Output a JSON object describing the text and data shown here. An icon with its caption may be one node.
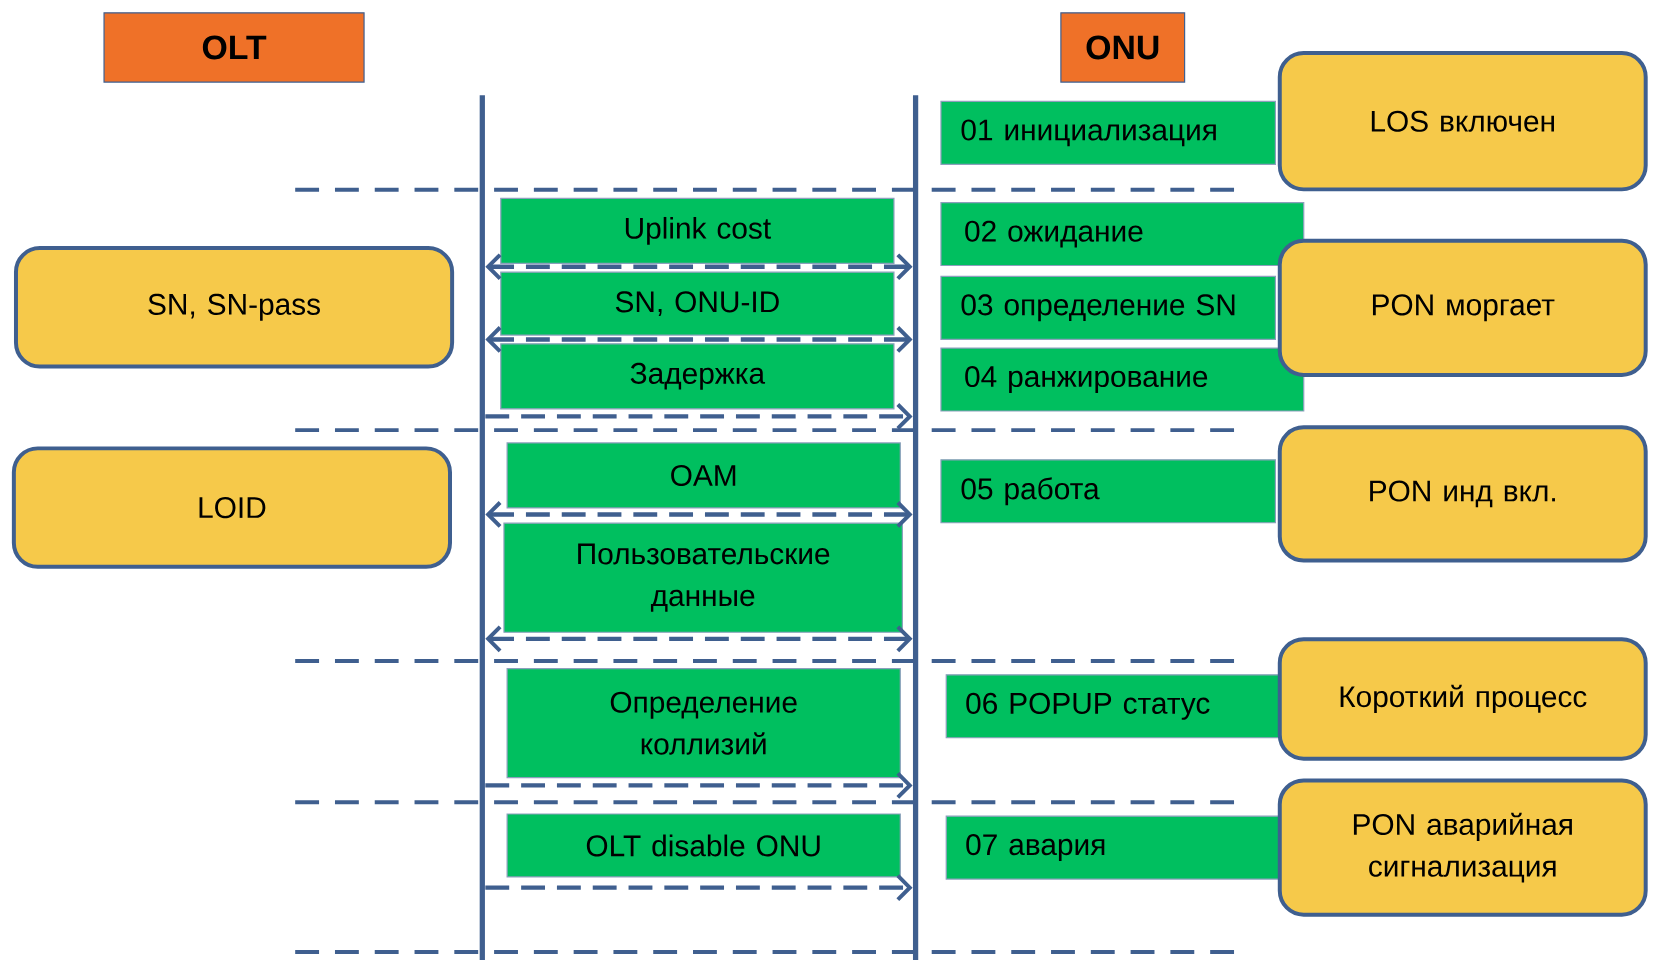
{
  "diagram": {
    "nodes": [
      {
        "text": [
          "OLT"
        ]
      },
      {
        "text": [
          "ONU"
        ]
      },
      {
        "text": [],
        "shape": "bar"
      },
      {
        "text": [],
        "shape": "bar"
      },
      {
        "text": [
          "SN, SN-pass"
        ]
      },
      {
        "text": [
          "LOID"
        ]
      },
      {
        "text": [
          "Uplink cost"
        ]
      },
      {
        "text": [
          "SN, ONU-ID"
        ]
      },
      {
        "text": [
          "Задержка"
        ]
      },
      {
        "text": [
          "OAM"
        ]
      },
      {
        "text": [
          "Пользовательские данные"
        ]
      },
      {
        "text": [
          "Определение коллизий"
        ]
      },
      {
        "text": [
          "OLT disable ONU"
        ]
      },
      {
        "text": [
          "01 инициализация"
        ]
      },
      {
        "text": [
          "02 ожидание"
        ]
      },
      {
        "text": [
          "03 определение SN"
        ]
      },
      {
        "text": [
          "04 ранжирование"
        ]
      },
      {
        "text": [
          "05 работа"
        ]
      },
      {
        "text": [
          "06 POPUP статус"
        ]
      },
      {
        "text": [
          "07 авария"
        ]
      },
      {
        "text": [
          "LOS включен"
        ]
      },
      {
        "text": [
          "PON моргает"
        ]
      },
      {
        "text": [
          "PON инд вкл."
        ]
      },
      {
        "text": [
          "Короткий процесс"
        ]
      },
      {
        "text": [
          "PON аварийная сигнализация"
        ]
      }
    ],
    "edges": [
      {
        "from": 2,
        "to": 3,
        "arrow": "both",
        "style": "dashed"
      },
      {
        "from": 2,
        "to": 3,
        "arrow": "both",
        "style": "dashed"
      },
      {
        "from": 2,
        "to": 3,
        "arrow": "to",
        "style": "dashed"
      },
      {
        "from": 2,
        "to": 3,
        "arrow": "both",
        "style": "dashed"
      },
      {
        "from": 2,
        "to": 3,
        "arrow": "both",
        "style": "dashed"
      },
      {
        "from": 2,
        "to": 3,
        "arrow": "to",
        "style": "dashed"
      },
      {
        "from": 2,
        "to": 3,
        "arrow": "to",
        "style": "dashed"
      }
    ]
  }
}
